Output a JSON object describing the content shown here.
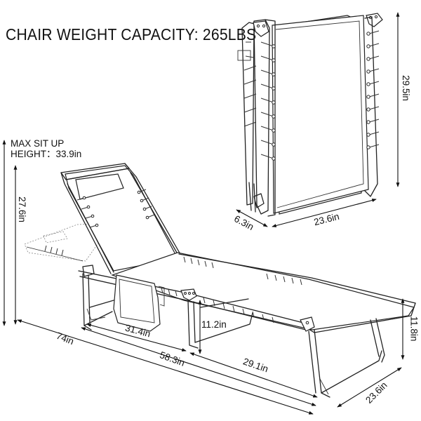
{
  "header": {
    "title": "CHAIR WEIGHT CAPACITY: 265LBS"
  },
  "notes": {
    "max_sit_up_line1": "MAX SIT UP",
    "max_sit_up_line2": "HEIGHT：33.9in"
  },
  "dimensions": {
    "folded_height": "29.5in",
    "folded_width": "23.6in",
    "folded_depth": "6.3in",
    "backrest_height": "27.6in",
    "total_length": "74in",
    "frame_length": "58.3in",
    "front_section_length": "31.4in",
    "rear_section_length": "29.1in",
    "seat_height_mid": "11.2in",
    "seat_height_rear": "11.8in",
    "chair_width": "23.6in"
  },
  "figures": {
    "folded": "folded-chair-illustration",
    "unfolded": "lounge-chair-illustration"
  },
  "colors": {
    "line": "#222222",
    "background": "#ffffff",
    "text": "#111111"
  }
}
